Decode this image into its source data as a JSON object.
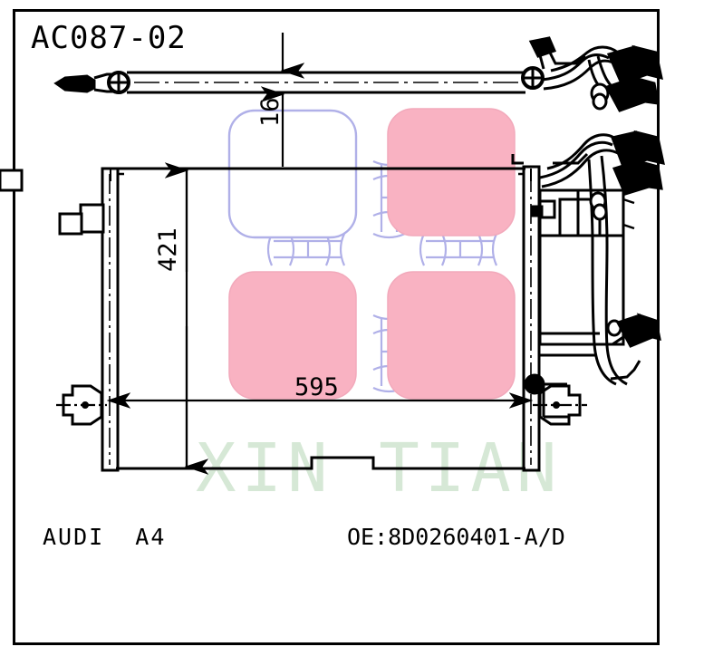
{
  "drawing": {
    "part_number": "AC087-02",
    "vehicle": "AUDI  A4",
    "oe_label": "OE:8D0260401-A/D",
    "watermark": "XIN TIAN",
    "dimensions": {
      "width_mm": "595",
      "height_mm": "421",
      "thickness_mm": "16"
    },
    "colors": {
      "line": "#000000",
      "core_fill_pink": "#f9b2c2",
      "core_border_blue": "#b0b0e8",
      "watermark_green": "#d6e8d6",
      "background": "#ffffff"
    },
    "core_cells": [
      {
        "name": "cell-top-left",
        "filled": false
      },
      {
        "name": "cell-top-right",
        "filled": true
      },
      {
        "name": "cell-bottom-left",
        "filled": true
      },
      {
        "name": "cell-bottom-right",
        "filled": true
      }
    ]
  }
}
